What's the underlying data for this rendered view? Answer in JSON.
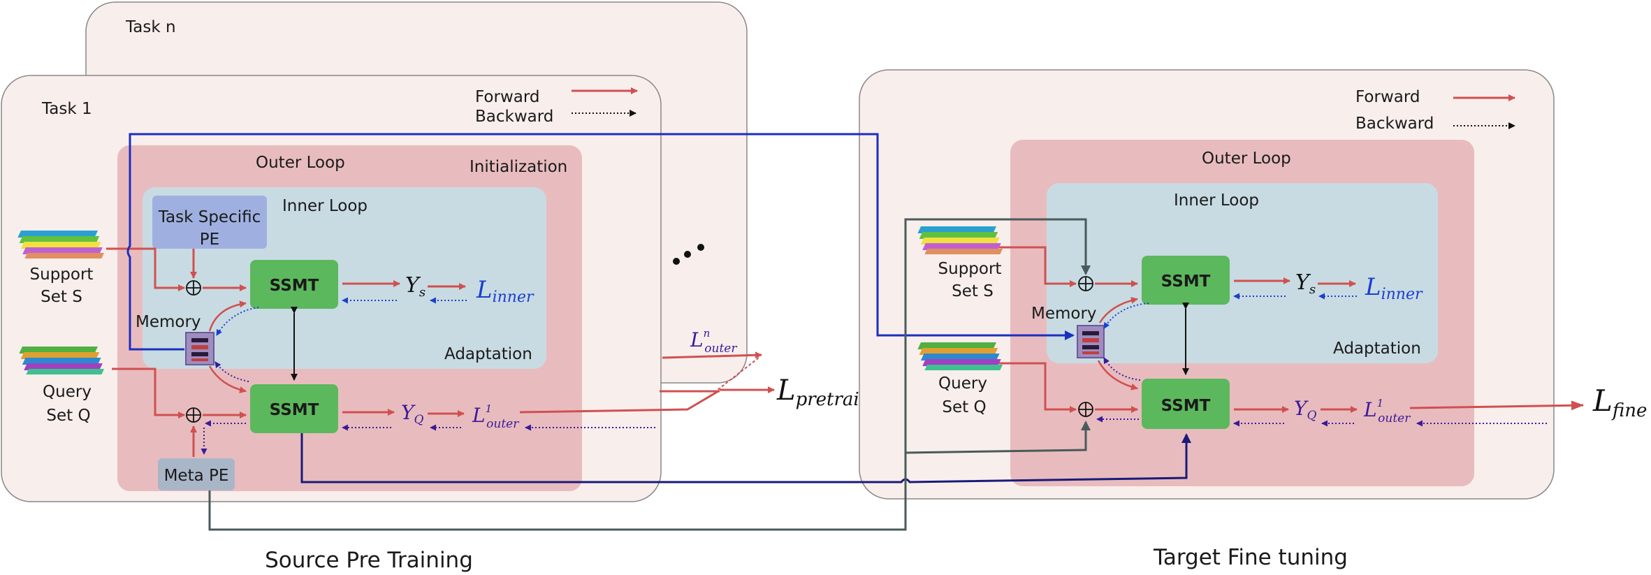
{
  "left_panel": {
    "task_n_label": "Task n",
    "task_1_label": "Task 1",
    "legend": {
      "forward": "Forward",
      "backward": "Backward"
    },
    "outer_loop": "Outer Loop",
    "initialization": "Initialization",
    "inner_loop": "Inner Loop",
    "adaptation": "Adaptation",
    "task_specific_pe_line1": "Task Specific",
    "task_specific_pe_line2": "PE",
    "support_line1": "Support",
    "support_line2": "Set S",
    "query_line1": "Query",
    "query_line2": "Set Q",
    "memory": "Memory",
    "meta_pe": "Meta  PE",
    "ssmt_top": "SSMT",
    "ssmt_bottom": "SSMT",
    "ys": "Y",
    "ys_sub": "s",
    "yq": "Y",
    "yq_sub": "Q",
    "l_inner": "L",
    "l_inner_sub": "inner",
    "l_outer": "L",
    "l_outer_sup": "1",
    "l_outer_sub": "outer",
    "l_outer_n": "L",
    "l_outer_n_sup": "n",
    "l_outer_n_sub": "outer",
    "l_pretrain": "L",
    "l_pretrain_sub": "pretrain",
    "caption": "Source Pre Training"
  },
  "right_panel": {
    "legend": {
      "forward": "Forward",
      "backward": "Backward"
    },
    "outer_loop": "Outer Loop",
    "inner_loop": "Inner Loop",
    "adaptation": "Adaptation",
    "support_line1": "Support",
    "support_line2": "Set S",
    "query_line1": "Query",
    "query_line2": "Set Q",
    "memory": "Memory",
    "ssmt_top": "SSMT",
    "ssmt_bottom": "SSMT",
    "ys": "Y",
    "ys_sub": "s",
    "yq": "Y",
    "yq_sub": "Q",
    "l_inner": "L",
    "l_inner_sub": "inner",
    "l_outer": "L",
    "l_outer_sup": "1",
    "l_outer_sub": "outer",
    "l_fine": "L",
    "l_fine_sub": "fine",
    "caption": "Target Fine tuning"
  },
  "colors": {
    "forward": "#d05050",
    "backward_inner": "#1a3fd0",
    "backward_outer": "#3a1a9a",
    "transfer": "#1a2fc0",
    "ssmt": "#5cb85c",
    "outer_region": "#e8bcbe",
    "inner_region": "#c8dbe2",
    "task_bg": "#f8eeec"
  }
}
